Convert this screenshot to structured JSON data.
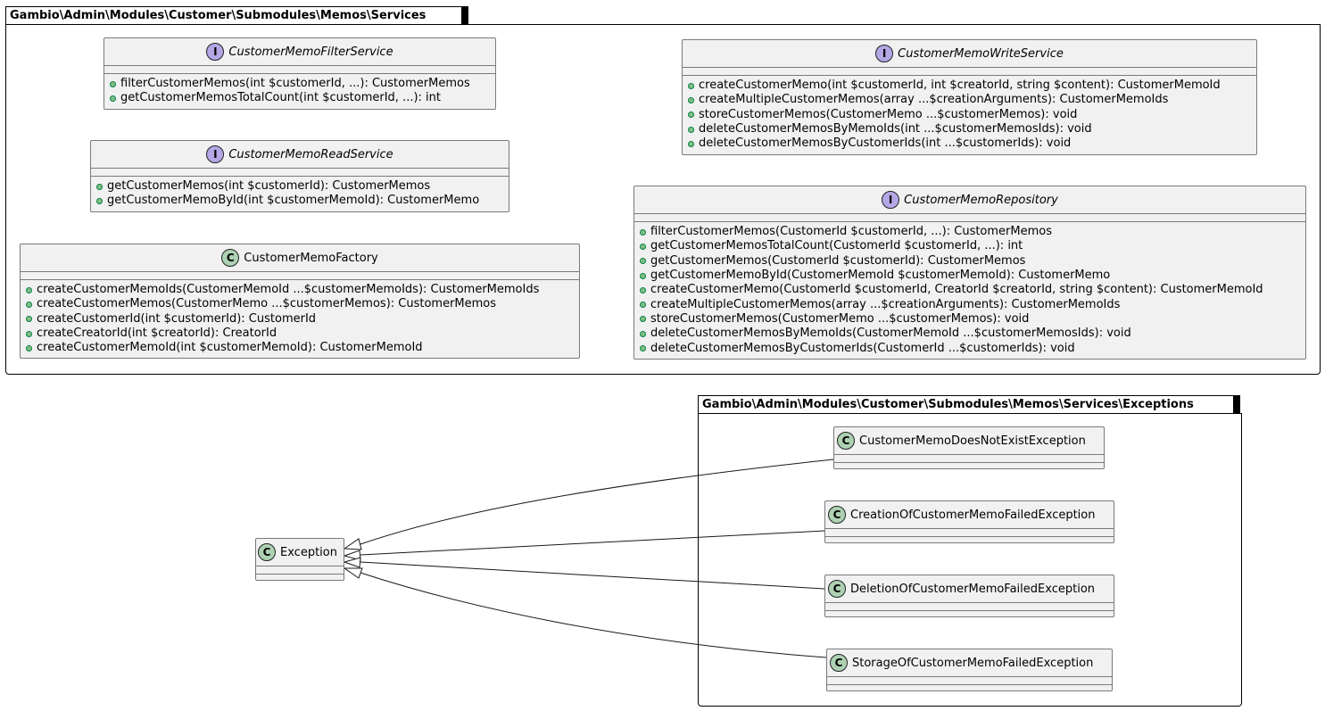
{
  "packages": {
    "services": "Gambio\\Admin\\Modules\\Customer\\Submodules\\Memos\\Services",
    "exceptions": "Gambio\\Admin\\Modules\\Customer\\Submodules\\Memos\\Services\\Exceptions"
  },
  "classes": {
    "filter_service": {
      "name": "CustomerMemoFilterService",
      "stereotype": "I",
      "members": [
        "filterCustomerMemos(int $customerId, ...): CustomerMemos",
        "getCustomerMemosTotalCount(int $customerId, ...): int"
      ]
    },
    "read_service": {
      "name": "CustomerMemoReadService",
      "stereotype": "I",
      "members": [
        "getCustomerMemos(int $customerId): CustomerMemos",
        "getCustomerMemoById(int $customerMemoId): CustomerMemo"
      ]
    },
    "factory": {
      "name": "CustomerMemoFactory",
      "stereotype": "C",
      "members": [
        "createCustomerMemoIds(CustomerMemoId ...$customerMemoIds): CustomerMemoIds",
        "createCustomerMemos(CustomerMemo ...$customerMemos): CustomerMemos",
        "createCustomerId(int $customerId): CustomerId",
        "createCreatorId(int $creatorId): CreatorId",
        "createCustomerMemoId(int $customerMemoId): CustomerMemoId"
      ]
    },
    "write_service": {
      "name": "CustomerMemoWriteService",
      "stereotype": "I",
      "members": [
        "createCustomerMemo(int $customerId, int $creatorId, string $content): CustomerMemoId",
        "createMultipleCustomerMemos(array ...$creationArguments): CustomerMemoIds",
        "storeCustomerMemos(CustomerMemo ...$customerMemos): void",
        "deleteCustomerMemosByMemoIds(int ...$customerMemosIds): void",
        "deleteCustomerMemosByCustomerIds(int ...$customerIds): void"
      ]
    },
    "repository": {
      "name": "CustomerMemoRepository",
      "stereotype": "I",
      "members": [
        "filterCustomerMemos(CustomerId $customerId, ...): CustomerMemos",
        "getCustomerMemosTotalCount(CustomerId $customerId, ...): int",
        "getCustomerMemos(CustomerId $customerId): CustomerMemos",
        "getCustomerMemoById(CustomerMemoId $customerMemoId): CustomerMemo",
        "createCustomerMemo(CustomerId $customerId, CreatorId $creatorId, string $content): CustomerMemoId",
        "createMultipleCustomerMemos(array ...$creationArguments): CustomerMemoIds",
        "storeCustomerMemos(CustomerMemo ...$customerMemos): void",
        "deleteCustomerMemosByMemoIds(CustomerMemoId ...$customerMemosIds): void",
        "deleteCustomerMemosByCustomerIds(CustomerId ...$customerIds): void"
      ]
    },
    "exception": {
      "name": "Exception",
      "stereotype": "C"
    },
    "not_exist": {
      "name": "CustomerMemoDoesNotExistException",
      "stereotype": "C"
    },
    "creation_failed": {
      "name": "CreationOfCustomerMemoFailedException",
      "stereotype": "C"
    },
    "deletion_failed": {
      "name": "DeletionOfCustomerMemoFailedException",
      "stereotype": "C"
    },
    "storage_failed": {
      "name": "StorageOfCustomerMemoFailedException",
      "stereotype": "C"
    }
  },
  "colors": {
    "class_fill": "#f1f1f1",
    "class_badge": "#add1b2",
    "interface_badge": "#b4a7e5",
    "public_marker": "#84be84"
  }
}
